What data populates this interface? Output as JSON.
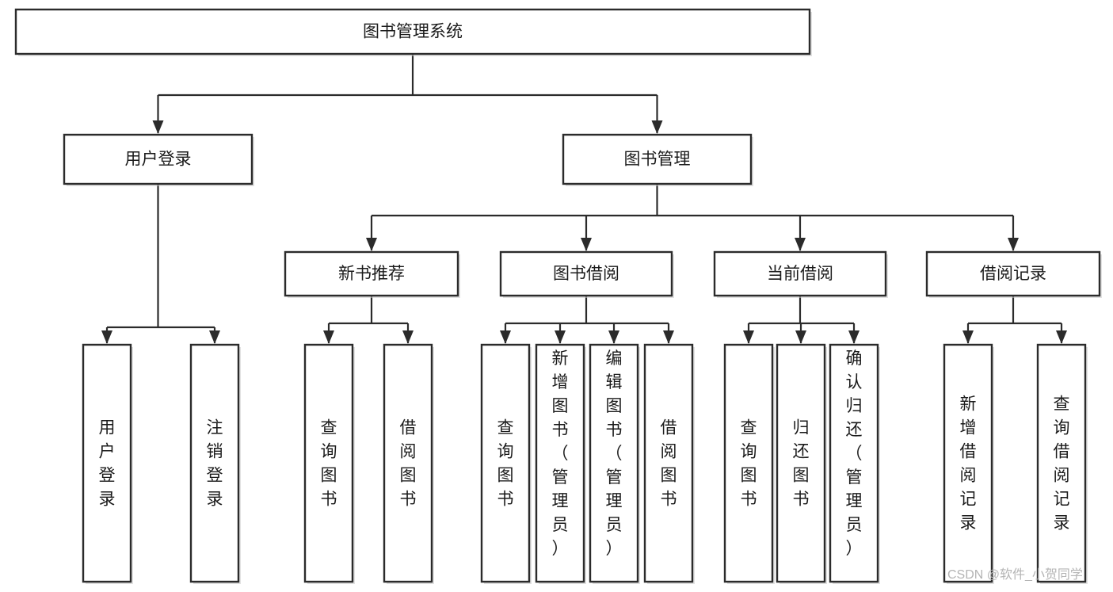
{
  "diagram": {
    "type": "hierarchy-tree",
    "title": "图书管理系统",
    "orientation": "top-down",
    "nodes": {
      "root": {
        "label": "图书管理系统",
        "level": 0,
        "text_orientation": "horizontal"
      },
      "user_login": {
        "label": "用户登录",
        "level": 1,
        "text_orientation": "horizontal"
      },
      "book_manage": {
        "label": "图书管理",
        "level": 1,
        "text_orientation": "horizontal"
      },
      "new_book_rec": {
        "label": "新书推荐",
        "level": 2,
        "text_orientation": "horizontal"
      },
      "book_borrow": {
        "label": "图书借阅",
        "level": 2,
        "text_orientation": "horizontal"
      },
      "current_borrow": {
        "label": "当前借阅",
        "level": 2,
        "text_orientation": "horizontal"
      },
      "borrow_record": {
        "label": "借阅记录",
        "level": 2,
        "text_orientation": "horizontal"
      },
      "leaf_user_login": {
        "label": "用户登录",
        "level": 3,
        "text_orientation": "vertical"
      },
      "leaf_logout": {
        "label": "注销登录",
        "level": 3,
        "text_orientation": "vertical"
      },
      "leaf_query_book_1": {
        "label": "查询图书",
        "level": 3,
        "text_orientation": "vertical"
      },
      "leaf_borrow_book_1": {
        "label": "借阅图书",
        "level": 3,
        "text_orientation": "vertical"
      },
      "leaf_query_book_2": {
        "label": "查询图书",
        "level": 3,
        "text_orientation": "vertical"
      },
      "leaf_add_book": {
        "label": "新增图书（管理员）",
        "level": 3,
        "text_orientation": "vertical"
      },
      "leaf_edit_book": {
        "label": "编辑图书（管理员）",
        "level": 3,
        "text_orientation": "vertical"
      },
      "leaf_borrow_book_2": {
        "label": "借阅图书",
        "level": 3,
        "text_orientation": "vertical"
      },
      "leaf_query_book_3": {
        "label": "查询图书",
        "level": 3,
        "text_orientation": "vertical"
      },
      "leaf_return_book": {
        "label": "归还图书",
        "level": 3,
        "text_orientation": "vertical"
      },
      "leaf_confirm_return": {
        "label": "确认归还（管理员）",
        "level": 3,
        "text_orientation": "vertical"
      },
      "leaf_add_record": {
        "label": "新增借阅记录",
        "level": 3,
        "text_orientation": "vertical"
      },
      "leaf_query_record": {
        "label": "查询借阅记录",
        "level": 3,
        "text_orientation": "vertical"
      }
    },
    "edges": [
      {
        "from": "root",
        "to": "user_login"
      },
      {
        "from": "root",
        "to": "book_manage"
      },
      {
        "from": "user_login",
        "to": "leaf_user_login"
      },
      {
        "from": "user_login",
        "to": "leaf_logout"
      },
      {
        "from": "book_manage",
        "to": "new_book_rec"
      },
      {
        "from": "book_manage",
        "to": "book_borrow"
      },
      {
        "from": "book_manage",
        "to": "current_borrow"
      },
      {
        "from": "book_manage",
        "to": "borrow_record"
      },
      {
        "from": "new_book_rec",
        "to": "leaf_query_book_1"
      },
      {
        "from": "new_book_rec",
        "to": "leaf_borrow_book_1"
      },
      {
        "from": "book_borrow",
        "to": "leaf_query_book_2"
      },
      {
        "from": "book_borrow",
        "to": "leaf_add_book"
      },
      {
        "from": "book_borrow",
        "to": "leaf_edit_book"
      },
      {
        "from": "book_borrow",
        "to": "leaf_borrow_book_2"
      },
      {
        "from": "current_borrow",
        "to": "leaf_query_book_3"
      },
      {
        "from": "current_borrow",
        "to": "leaf_return_book"
      },
      {
        "from": "current_borrow",
        "to": "leaf_confirm_return"
      },
      {
        "from": "borrow_record",
        "to": "leaf_add_record"
      },
      {
        "from": "borrow_record",
        "to": "leaf_query_record"
      }
    ],
    "colors": {
      "box_fill": "#ffffff",
      "box_stroke": "#2b2b2b",
      "connector": "#2b2b2b",
      "text": "#1a1a1a",
      "background": "#ffffff",
      "watermark": "#b4b4b4"
    }
  },
  "watermark": {
    "label": "CSDN @软件_小贺同学"
  }
}
